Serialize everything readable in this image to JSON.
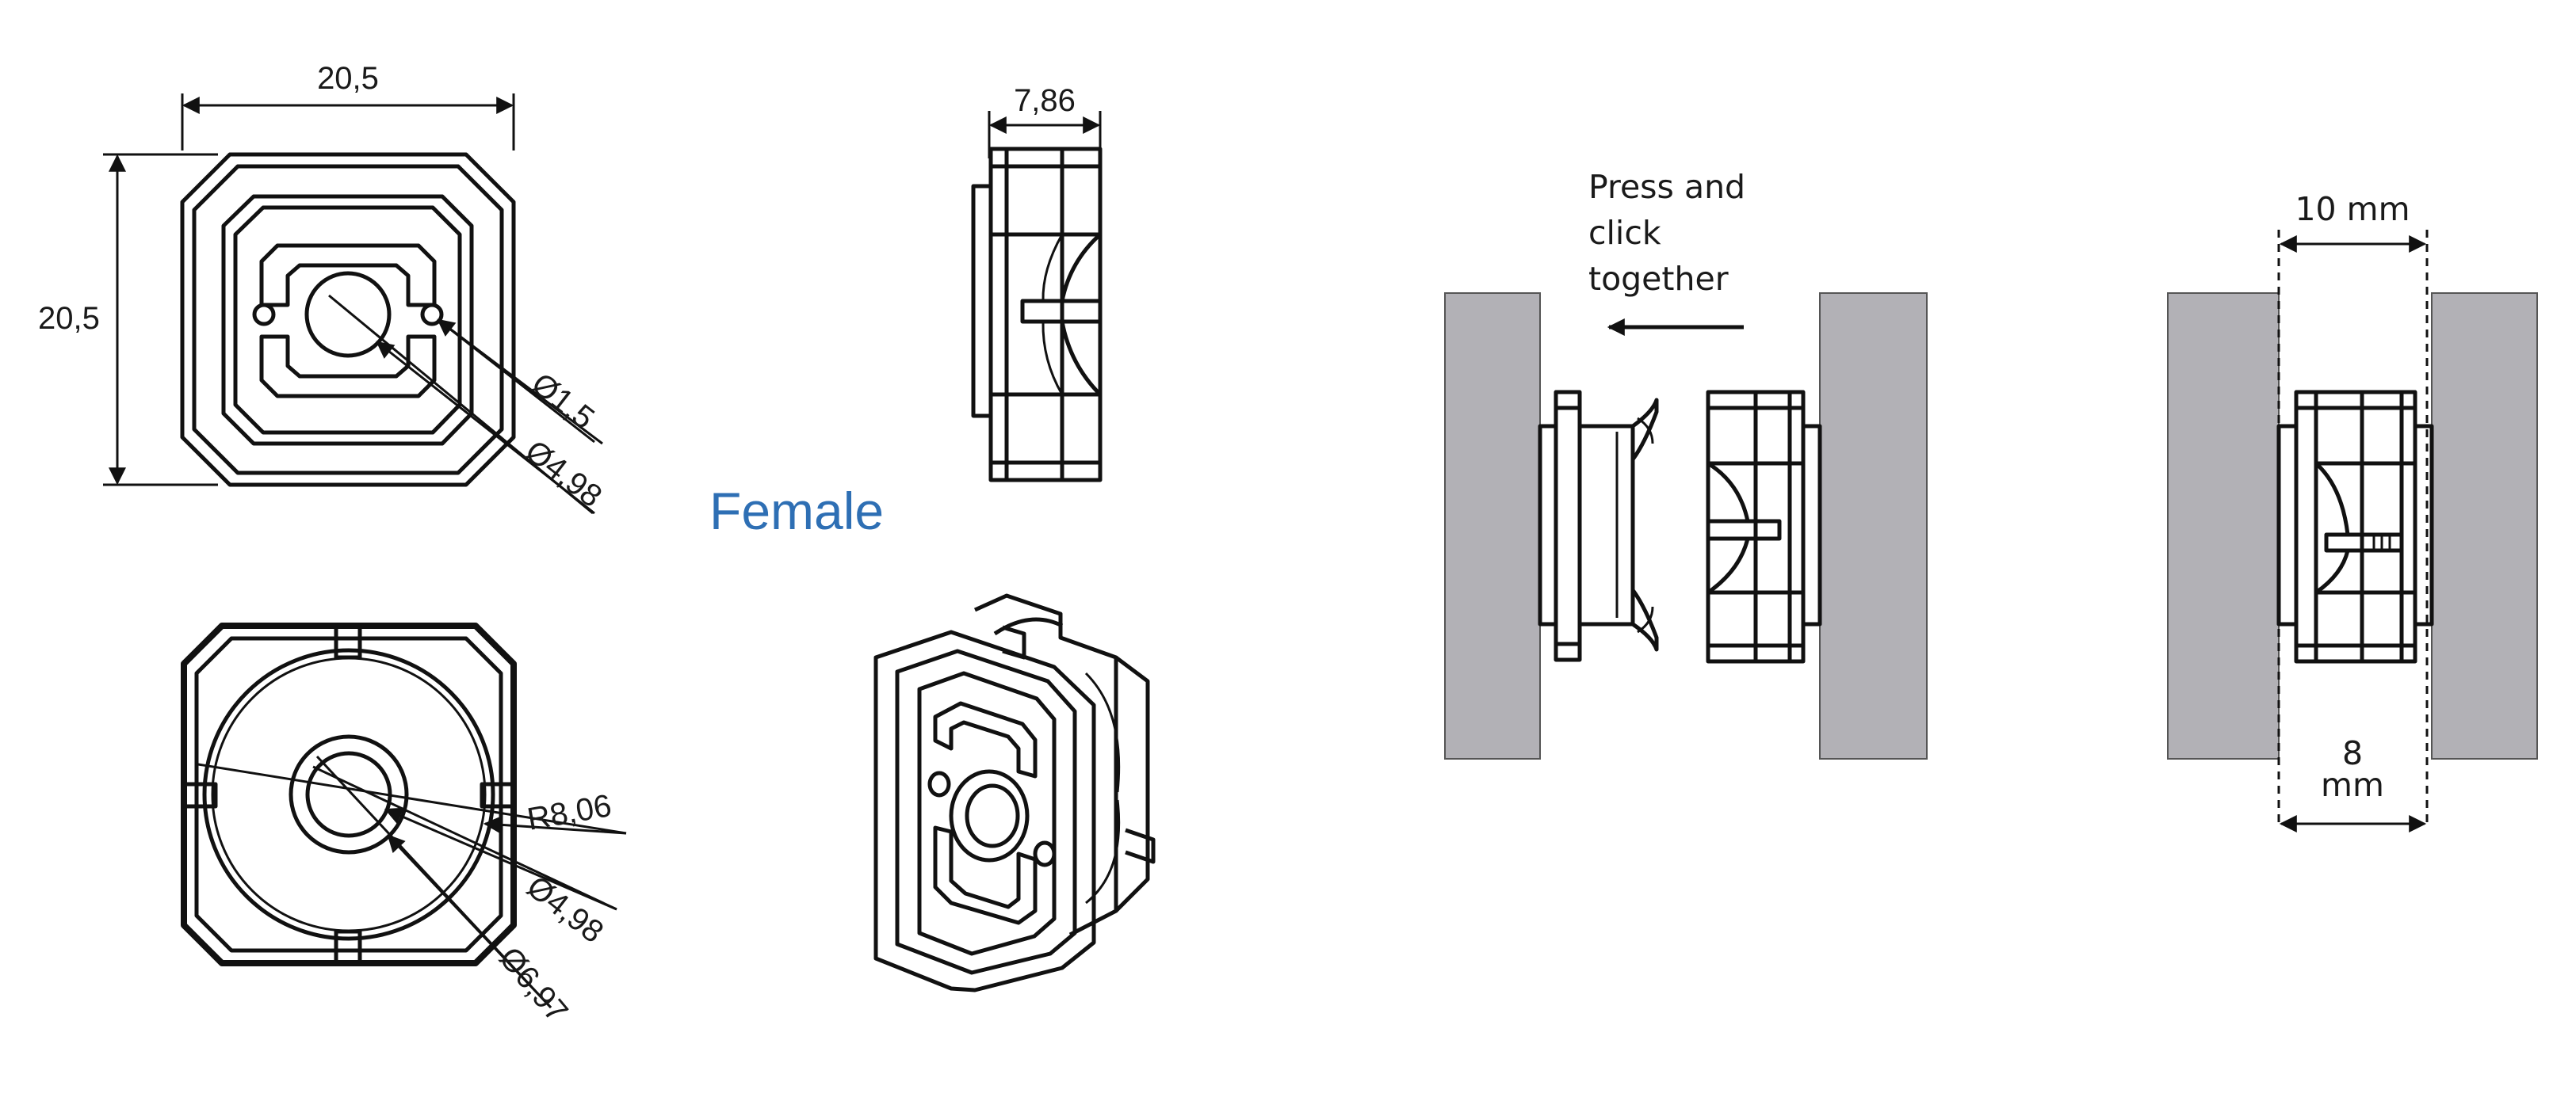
{
  "colors": {
    "label_accent": "#2e6fb4",
    "wall_fill": "#b2b1b6",
    "line": "#111111"
  },
  "female": {
    "label": "Female",
    "front_view": {
      "width_dim": "20,5",
      "height_dim": "20,5",
      "hole_dim": "Ø1,5",
      "bore_dim": "Ø4,98"
    },
    "side_view": {
      "depth_dim": "7,86"
    },
    "back_view": {
      "radius_dim": "R8,06",
      "inner_dim": "Ø4,98",
      "outer_dim": "Ø6,97"
    }
  },
  "assembly": {
    "instruction_lines": [
      "Press and",
      "click",
      "together"
    ],
    "gap_top_dim": "10 mm",
    "gap_bottom_dim_lines": [
      "8",
      "mm"
    ]
  }
}
